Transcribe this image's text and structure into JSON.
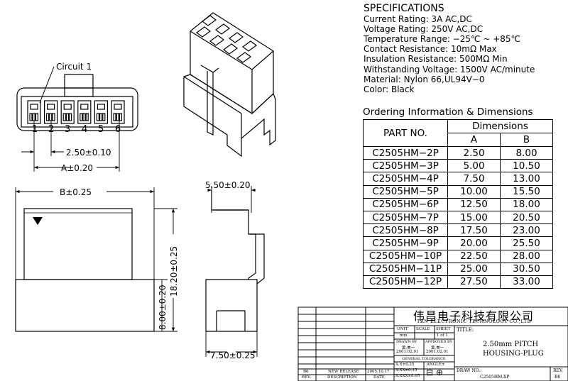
{
  "specs": {
    "title": "SPECIFICATIONS",
    "lines": [
      "Current Rating: 3A AC,DC",
      "Voltage Rating: 250V AC,DC",
      "Temperature Range: −25℃ ~ +85℃",
      "Contact Resistance: 10mΩ Max",
      "Insulation Resistance: 500MΩ Min",
      "Withstanding Voltage: 1500V AC/minute",
      "Material: Nylon 66,UL94V−0",
      "Color: Black"
    ]
  },
  "ordering": {
    "title": "Ordering Information & Dimensions",
    "part_header": "PART NO.",
    "dim_header": "Dimensions",
    "col_a": "A",
    "col_b": "B",
    "rows": [
      {
        "part": "C2505HM−2P",
        "a": "2.50",
        "b": "8.00"
      },
      {
        "part": "C2505HM−3P",
        "a": "5.00",
        "b": "10.50"
      },
      {
        "part": "C2505HM−4P",
        "a": "7.50",
        "b": "13.00"
      },
      {
        "part": "C2505HM−5P",
        "a": "10.00",
        "b": "15.50"
      },
      {
        "part": "C2505HM−6P",
        "a": "12.50",
        "b": "18.00"
      },
      {
        "part": "C2505HM−7P",
        "a": "15.00",
        "b": "20.50"
      },
      {
        "part": "C2505HM−8P",
        "a": "17.50",
        "b": "23.00"
      },
      {
        "part": "C2505HM−9P",
        "a": "20.00",
        "b": "25.50"
      },
      {
        "part": "C2505HM−10P",
        "a": "22.50",
        "b": "28.00"
      },
      {
        "part": "C2505HM−11P",
        "a": "25.00",
        "b": "30.50"
      },
      {
        "part": "C2505HM−12P",
        "a": "27.50",
        "b": "33.00"
      }
    ]
  },
  "drawing": {
    "circuit_label": "Circuit 1",
    "pin_numbers": [
      "1",
      "2",
      "3",
      "4",
      "5",
      "6"
    ],
    "pitch_dim": "2.50±0.10",
    "a_dim": "A±0.20",
    "b_dim": "B±0.25",
    "height_total": "18.20±0.25",
    "height_lower": "8.00±0.20",
    "side_top": "5.50±0.20",
    "side_bottom": "7.50±0.25"
  },
  "title_block": {
    "company_cn": "伟昌电子科技有限公司",
    "company_en": "TRN ELECTRONIC TECHNOLOGY CO.,LTD",
    "unit_label": "UNIT",
    "scale_label": "SCALE",
    "sheet_label": "SHEET",
    "unit_value": "mm",
    "sheet_value": "1 of 1",
    "title_label": "TITLE:",
    "title_line1": "2.50mm PITCH",
    "title_line2": "HOUSING-PLUG",
    "drawn_by_label": "DRAWN BY",
    "approved_by_label": "APPROVED BY",
    "drawn_by": "黄.美一",
    "approved_by": "黄.美一",
    "drawn_date": "2001.02.01",
    "approved_date": "2001.02.01",
    "tolerance_label": "GENERAL TOLERANCE",
    "tol1": "X.X±0.25",
    "tol2": "X.XX±0.15",
    "tol3": "X.XXX±0.05",
    "angle_label": "ANGLE±",
    "rev_code": "B6",
    "rev_desc": "NEW RELEASE",
    "rev_date": "2005.10.17",
    "rev_head": "REV.",
    "desc_head": "DESCRIPTION",
    "date_head": "DATE",
    "drawno_label": "DRAW NO.:",
    "drawno": "C2505HM-XP",
    "rev_label": "REV.",
    "rev_value": "B6"
  }
}
